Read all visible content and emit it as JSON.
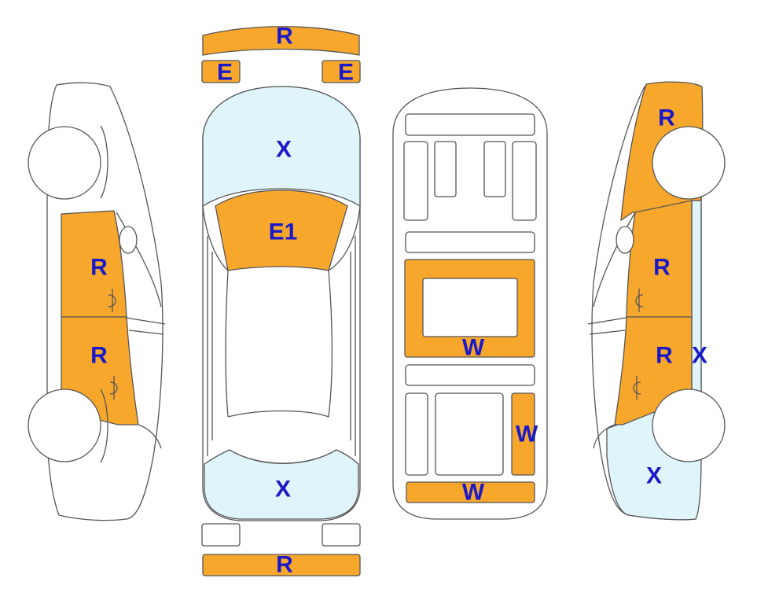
{
  "colors": {
    "damage_fill": "#F8A72D",
    "scratch_fill": "#DFF5FB",
    "outline": "#555555",
    "label_color": "#1A19C8"
  },
  "labels": {
    "front_bumper": "R",
    "headlight_left": "E",
    "headlight_right": "E",
    "hood": "X",
    "windshield": "E1",
    "rear_window": "X",
    "rear_bumper": "R",
    "left_front_door": "R",
    "left_rear_door": "R",
    "right_front_fender": "R",
    "right_front_door": "R",
    "right_rear_door": "R",
    "right_side_panel": "X",
    "right_rear_quarter": "X",
    "floor_middle": "W",
    "floor_side_right": "W",
    "floor_rear": "W"
  }
}
